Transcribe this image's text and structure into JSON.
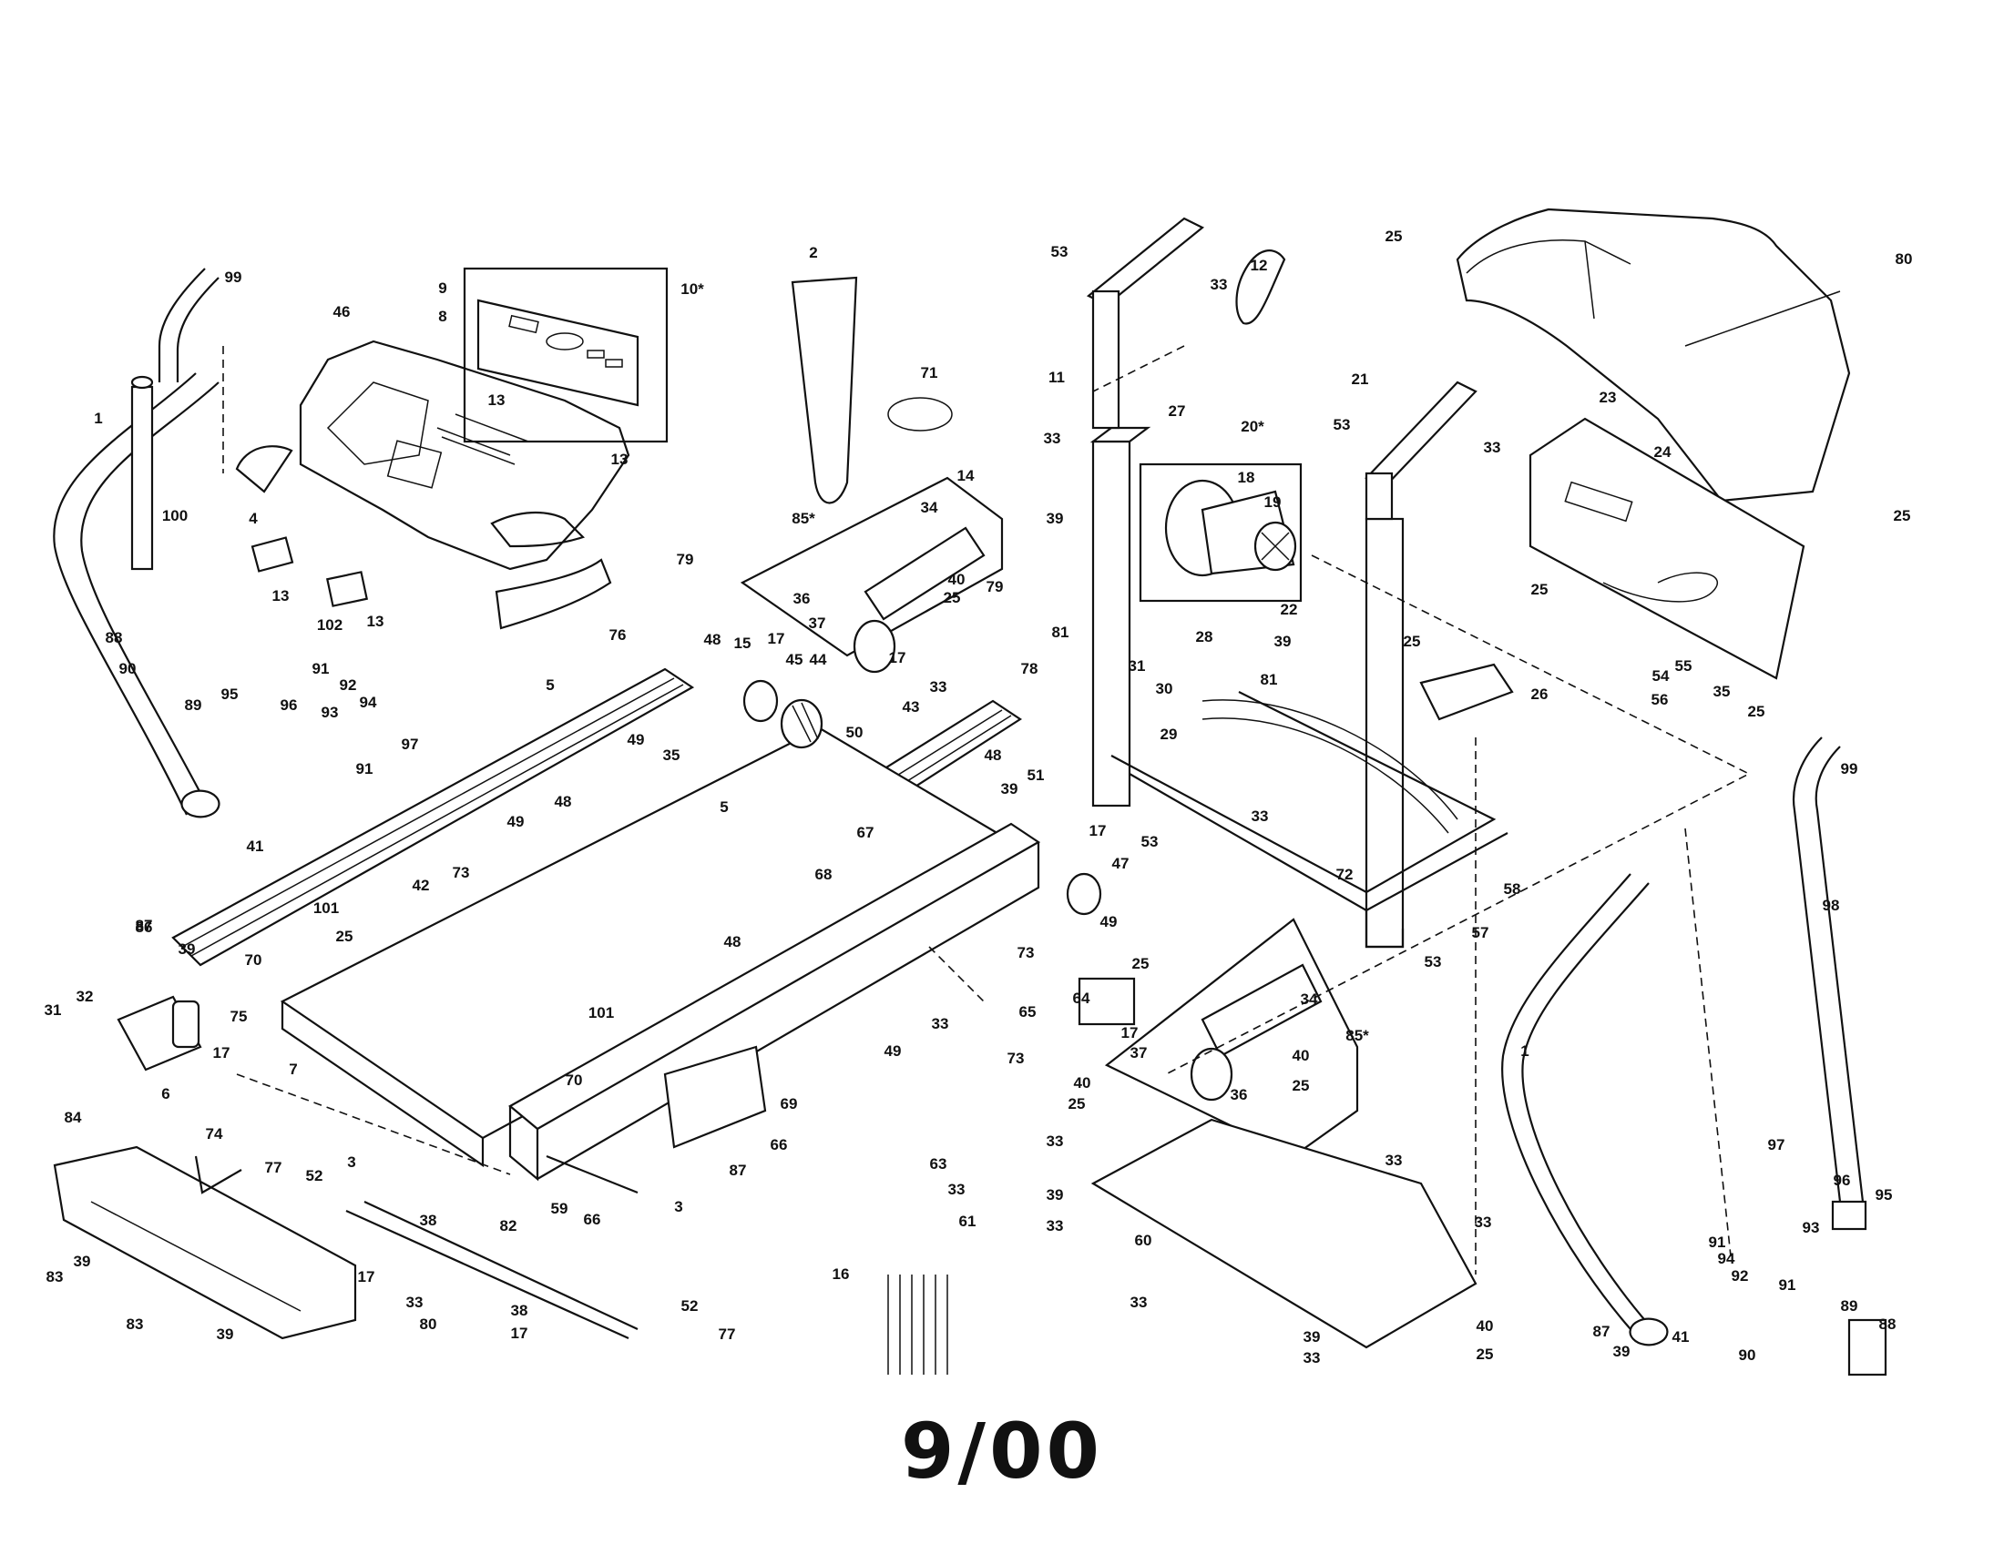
{
  "diagram": {
    "date_stamp": "9/00",
    "callouts": [
      {
        "id": "c1",
        "text": "99"
      },
      {
        "id": "c2",
        "text": "1"
      },
      {
        "id": "c3",
        "text": "100"
      },
      {
        "id": "c4",
        "text": "46"
      },
      {
        "id": "c5",
        "text": "9"
      },
      {
        "id": "c6",
        "text": "8"
      },
      {
        "id": "c7",
        "text": "10*"
      },
      {
        "id": "c8",
        "text": "13"
      },
      {
        "id": "c9",
        "text": "13"
      },
      {
        "id": "c10",
        "text": "4"
      },
      {
        "id": "c11",
        "text": "13"
      },
      {
        "id": "c12",
        "text": "102"
      },
      {
        "id": "c13",
        "text": "13"
      },
      {
        "id": "c14",
        "text": "2"
      },
      {
        "id": "c15",
        "text": "71"
      },
      {
        "id": "c16",
        "text": "53"
      },
      {
        "id": "c17",
        "text": "12"
      },
      {
        "id": "c18",
        "text": "33"
      },
      {
        "id": "c19",
        "text": "11"
      },
      {
        "id": "c20",
        "text": "27"
      },
      {
        "id": "c21",
        "text": "20*"
      },
      {
        "id": "c22",
        "text": "18"
      },
      {
        "id": "c23",
        "text": "19"
      },
      {
        "id": "c24",
        "text": "14"
      },
      {
        "id": "c25",
        "text": "33"
      },
      {
        "id": "c26",
        "text": "85*"
      },
      {
        "id": "c27",
        "text": "34"
      },
      {
        "id": "c28",
        "text": "39"
      },
      {
        "id": "c29",
        "text": "36"
      },
      {
        "id": "c30",
        "text": "40"
      },
      {
        "id": "c31",
        "text": "25"
      },
      {
        "id": "c32",
        "text": "37"
      },
      {
        "id": "c33",
        "text": "17"
      },
      {
        "id": "c34",
        "text": "79"
      },
      {
        "id": "c35",
        "text": "81"
      },
      {
        "id": "c36",
        "text": "76"
      },
      {
        "id": "c37",
        "text": "79"
      },
      {
        "id": "c38",
        "text": "78"
      },
      {
        "id": "c39",
        "text": "88"
      },
      {
        "id": "c40",
        "text": "90"
      },
      {
        "id": "c41",
        "text": "89"
      },
      {
        "id": "c42",
        "text": "95"
      },
      {
        "id": "c43",
        "text": "96"
      },
      {
        "id": "c44",
        "text": "91"
      },
      {
        "id": "c45",
        "text": "92"
      },
      {
        "id": "c46",
        "text": "94"
      },
      {
        "id": "c47",
        "text": "93"
      },
      {
        "id": "c48",
        "text": "91"
      },
      {
        "id": "c49",
        "text": "97"
      },
      {
        "id": "c50",
        "text": "5"
      },
      {
        "id": "c51",
        "text": "48"
      },
      {
        "id": "c52",
        "text": "15"
      },
      {
        "id": "c53",
        "text": "17"
      },
      {
        "id": "c54",
        "text": "45"
      },
      {
        "id": "c55",
        "text": "44"
      },
      {
        "id": "c56",
        "text": "33"
      },
      {
        "id": "c57",
        "text": "43"
      },
      {
        "id": "c58",
        "text": "49"
      },
      {
        "id": "c59",
        "text": "35"
      },
      {
        "id": "c60",
        "text": "50"
      },
      {
        "id": "c61",
        "text": "31"
      },
      {
        "id": "c62",
        "text": "30"
      },
      {
        "id": "c63",
        "text": "28"
      },
      {
        "id": "c64",
        "text": "29"
      },
      {
        "id": "c65",
        "text": "22"
      },
      {
        "id": "c66",
        "text": "21"
      },
      {
        "id": "c67",
        "text": "53"
      },
      {
        "id": "c68",
        "text": "33"
      },
      {
        "id": "c69",
        "text": "25"
      },
      {
        "id": "c70",
        "text": "80"
      },
      {
        "id": "c71",
        "text": "23"
      },
      {
        "id": "c72",
        "text": "24"
      },
      {
        "id": "c73",
        "text": "25"
      },
      {
        "id": "c74",
        "text": "25"
      },
      {
        "id": "c75",
        "text": "39"
      },
      {
        "id": "c76",
        "text": "81"
      },
      {
        "id": "c77",
        "text": "25"
      },
      {
        "id": "c78",
        "text": "26"
      },
      {
        "id": "c79",
        "text": "54"
      },
      {
        "id": "c80",
        "text": "55"
      },
      {
        "id": "c81",
        "text": "56"
      },
      {
        "id": "c82",
        "text": "35"
      },
      {
        "id": "c83",
        "text": "25"
      },
      {
        "id": "c84",
        "text": "5"
      },
      {
        "id": "c85",
        "text": "49"
      },
      {
        "id": "c86",
        "text": "48"
      },
      {
        "id": "c87",
        "text": "73"
      },
      {
        "id": "c88",
        "text": "42"
      },
      {
        "id": "c89",
        "text": "48"
      },
      {
        "id": "c90",
        "text": "39"
      },
      {
        "id": "c91",
        "text": "51"
      },
      {
        "id": "c92",
        "text": "17"
      },
      {
        "id": "c93",
        "text": "53"
      },
      {
        "id": "c94",
        "text": "33"
      },
      {
        "id": "c95",
        "text": "72"
      },
      {
        "id": "c96",
        "text": "67"
      },
      {
        "id": "c97",
        "text": "68"
      },
      {
        "id": "c98",
        "text": "47"
      },
      {
        "id": "c99",
        "text": "49"
      },
      {
        "id": "c100",
        "text": "73"
      },
      {
        "id": "c101",
        "text": "57"
      },
      {
        "id": "c102",
        "text": "58"
      },
      {
        "id": "c103",
        "text": "53"
      },
      {
        "id": "c104",
        "text": "87"
      },
      {
        "id": "c105",
        "text": "39"
      },
      {
        "id": "c106",
        "text": "41"
      },
      {
        "id": "c107",
        "text": "86"
      },
      {
        "id": "c108",
        "text": "101"
      },
      {
        "id": "c109",
        "text": "25"
      },
      {
        "id": "c110",
        "text": "48"
      },
      {
        "id": "c111",
        "text": "70"
      },
      {
        "id": "c112",
        "text": "75"
      },
      {
        "id": "c113",
        "text": "7"
      },
      {
        "id": "c114",
        "text": "31"
      },
      {
        "id": "c115",
        "text": "32"
      },
      {
        "id": "c116",
        "text": "17"
      },
      {
        "id": "c117",
        "text": "6"
      },
      {
        "id": "c118",
        "text": "101"
      },
      {
        "id": "c119",
        "text": "65"
      },
      {
        "id": "c120",
        "text": "33"
      },
      {
        "id": "c121",
        "text": "73"
      },
      {
        "id": "c122",
        "text": "49"
      },
      {
        "id": "c123",
        "text": "64"
      },
      {
        "id": "c124",
        "text": "25"
      },
      {
        "id": "c125",
        "text": "34"
      },
      {
        "id": "c126",
        "text": "17"
      },
      {
        "id": "c127",
        "text": "37"
      },
      {
        "id": "c128",
        "text": "40"
      },
      {
        "id": "c129",
        "text": "36"
      },
      {
        "id": "c130",
        "text": "25"
      },
      {
        "id": "c131",
        "text": "85*"
      },
      {
        "id": "c132",
        "text": "70"
      },
      {
        "id": "c133",
        "text": "69"
      },
      {
        "id": "c134",
        "text": "66"
      },
      {
        "id": "c135",
        "text": "87"
      },
      {
        "id": "c136",
        "text": "59"
      },
      {
        "id": "c137",
        "text": "66"
      },
      {
        "id": "c138",
        "text": "3"
      },
      {
        "id": "c139",
        "text": "63"
      },
      {
        "id": "c140",
        "text": "33"
      },
      {
        "id": "c141",
        "text": "61"
      },
      {
        "id": "c142",
        "text": "16"
      },
      {
        "id": "c143",
        "text": "40"
      },
      {
        "id": "c144",
        "text": "25"
      },
      {
        "id": "c145",
        "text": "33"
      },
      {
        "id": "c146",
        "text": "33"
      },
      {
        "id": "c147",
        "text": "39"
      },
      {
        "id": "c148",
        "text": "33"
      },
      {
        "id": "c149",
        "text": "60"
      },
      {
        "id": "c150",
        "text": "33"
      },
      {
        "id": "c151",
        "text": "33"
      },
      {
        "id": "c152",
        "text": "40"
      },
      {
        "id": "c153",
        "text": "25"
      },
      {
        "id": "c154",
        "text": "39"
      },
      {
        "id": "c155",
        "text": "33"
      },
      {
        "id": "c156",
        "text": "84"
      },
      {
        "id": "c157",
        "text": "74"
      },
      {
        "id": "c158",
        "text": "77"
      },
      {
        "id": "c159",
        "text": "52"
      },
      {
        "id": "c160",
        "text": "3"
      },
      {
        "id": "c161",
        "text": "38"
      },
      {
        "id": "c162",
        "text": "17"
      },
      {
        "id": "c163",
        "text": "82"
      },
      {
        "id": "c164",
        "text": "83"
      },
      {
        "id": "c165",
        "text": "39"
      },
      {
        "id": "c166",
        "text": "33"
      },
      {
        "id": "c167",
        "text": "80"
      },
      {
        "id": "c168",
        "text": "83"
      },
      {
        "id": "c169",
        "text": "39"
      },
      {
        "id": "c170",
        "text": "38"
      },
      {
        "id": "c171",
        "text": "17"
      },
      {
        "id": "c172",
        "text": "52"
      },
      {
        "id": "c173",
        "text": "77"
      },
      {
        "id": "c174",
        "text": "99"
      },
      {
        "id": "c175",
        "text": "98"
      },
      {
        "id": "c176",
        "text": "1"
      },
      {
        "id": "c177",
        "text": "97"
      },
      {
        "id": "c178",
        "text": "96"
      },
      {
        "id": "c179",
        "text": "95"
      },
      {
        "id": "c180",
        "text": "91"
      },
      {
        "id": "c181",
        "text": "94"
      },
      {
        "id": "c182",
        "text": "93"
      },
      {
        "id": "c183",
        "text": "92"
      },
      {
        "id": "c184",
        "text": "91"
      },
      {
        "id": "c185",
        "text": "87"
      },
      {
        "id": "c186",
        "text": "39"
      },
      {
        "id": "c187",
        "text": "41"
      },
      {
        "id": "c188",
        "text": "89"
      },
      {
        "id": "c189",
        "text": "90"
      },
      {
        "id": "c190",
        "text": "88"
      }
    ]
  }
}
